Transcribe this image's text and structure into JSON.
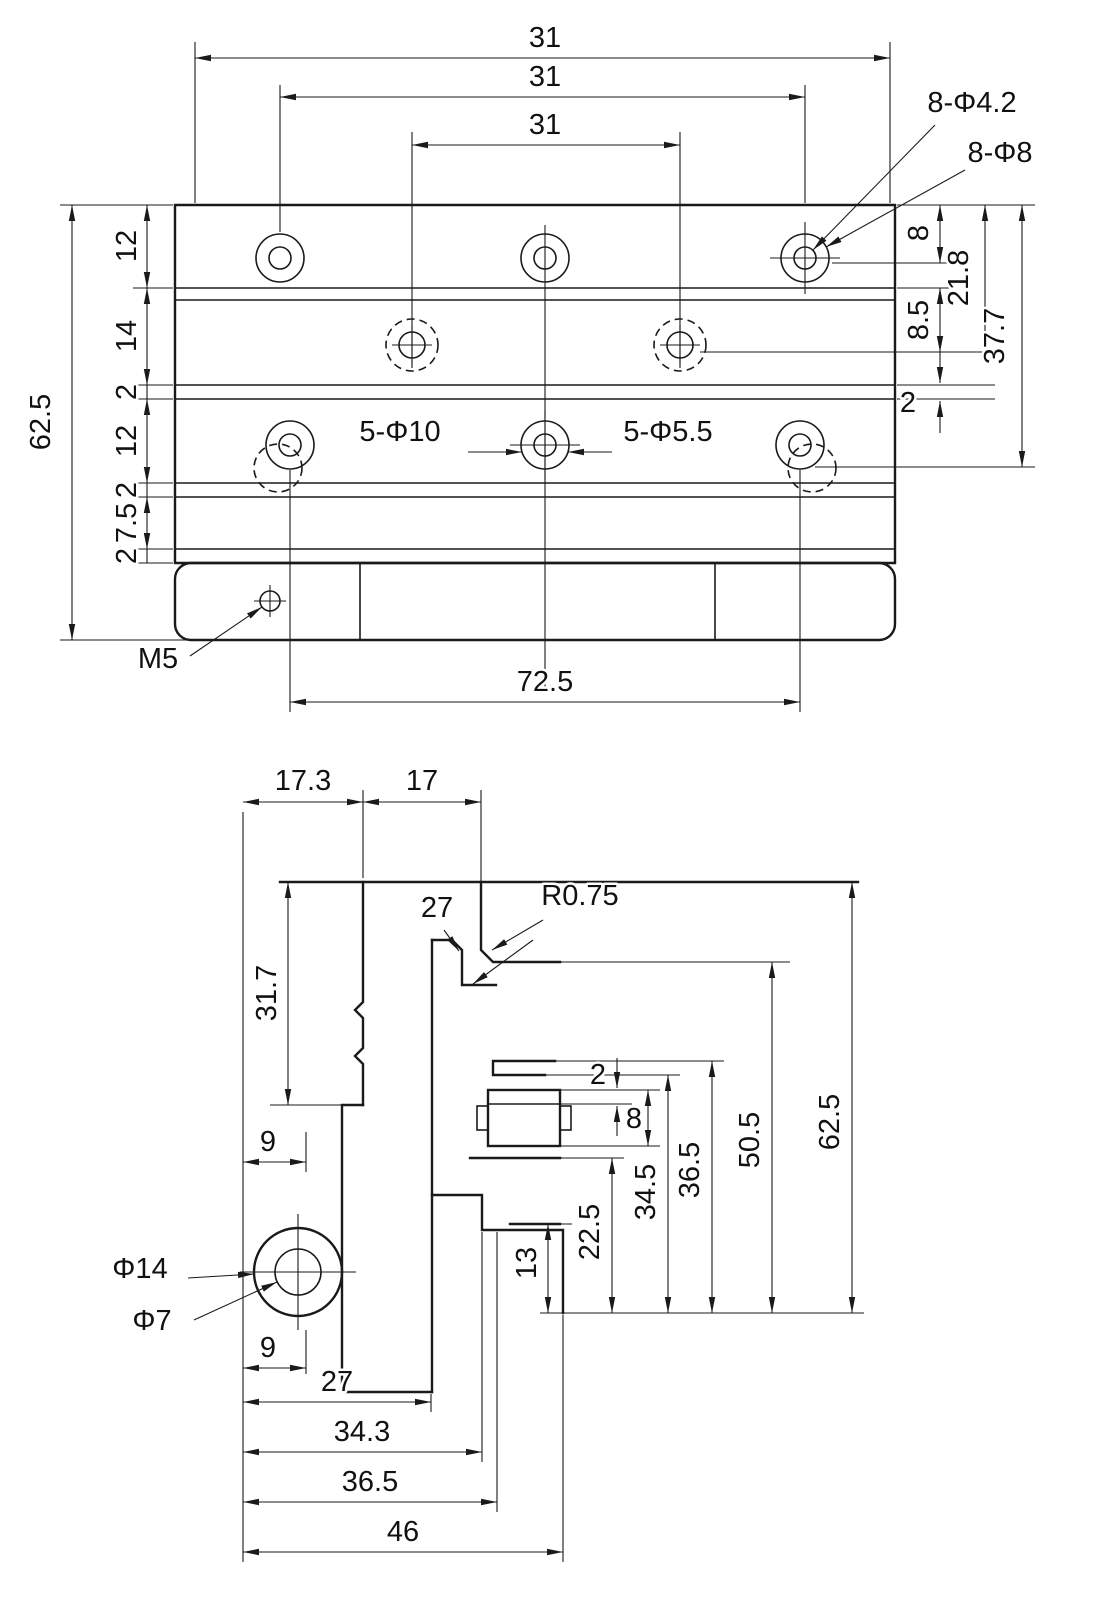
{
  "top": {
    "d31_outer": "31",
    "d31_mid": "31",
    "d31_inner": "31",
    "holes_4_2": "8-Φ4.2",
    "holes_8": "8-Φ8",
    "r8": "8",
    "r21_8": "21.8",
    "r8_5": "8.5",
    "r37_7": "37.7",
    "r2": "2",
    "l62_5": "62.5",
    "l12a": "12",
    "l14": "14",
    "l2a": "2",
    "l12b": "12",
    "l2b": "2",
    "l7_5": "7.5",
    "l2c": "2",
    "holes_10": "5-Φ10",
    "holes_5_5": "5-Φ5.5",
    "m5": "M5",
    "b72_5": "72.5"
  },
  "side": {
    "t17_3": "17.3",
    "t17": "17",
    "c27": "27",
    "r0_75": "R0.75",
    "v31_7": "31.7",
    "h9a": "9",
    "dia14": "Φ14",
    "dia7": "Φ7",
    "h9b": "9",
    "g2": "2",
    "g8": "8",
    "v13": "13",
    "v22_5": "22.5",
    "v34_5": "34.5",
    "v36_5": "36.5",
    "v50_5": "50.5",
    "v62_5": "62.5",
    "b27": "27",
    "b34_3": "34.3",
    "b36_5": "36.5",
    "b46": "46"
  },
  "colors": {
    "line": "#1a1a1a",
    "background": "#ffffff"
  }
}
